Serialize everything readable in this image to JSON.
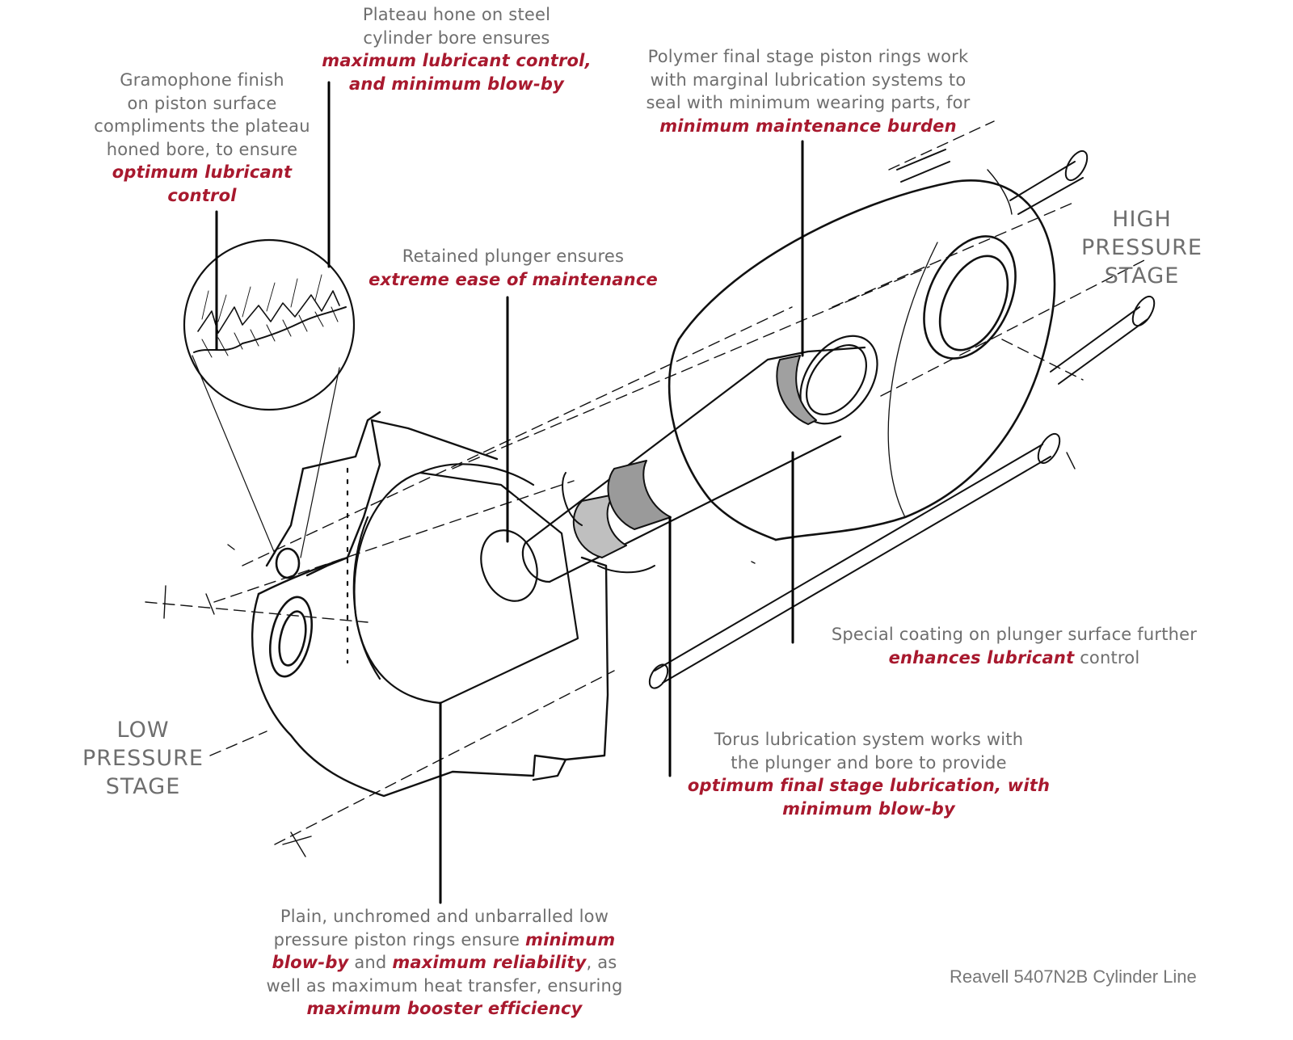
{
  "colors": {
    "text": "#6e6e6e",
    "emphasis": "#a8192e",
    "ink": "#111111"
  },
  "stages": {
    "high": [
      "HIGH",
      "PRESSURE",
      "STAGE"
    ],
    "low": [
      "LOW",
      "PRESSURE",
      "STAGE"
    ]
  },
  "caption": "Reavell 5407N2B Cylinder Line",
  "callouts": {
    "plateau": {
      "line1": "Plateau hone on steel",
      "line2": "cylinder bore ensures",
      "em1": "maximum lubricant control,",
      "em2": "and minimum blow-by"
    },
    "gramophone": {
      "line1": "Gramophone finish",
      "line2": "on piston surface",
      "line3": "compliments the plateau",
      "line4": "honed bore, to ensure",
      "em1": "optimum lubricant",
      "em2": "control"
    },
    "polymer": {
      "line1": "Polymer final stage piston rings work",
      "line2": "with marginal lubrication systems to",
      "line3": "seal with minimum wearing parts, for",
      "em1": "minimum maintenance burden"
    },
    "retained": {
      "line1": "Retained plunger ensures",
      "em1": "extreme ease of maintenance"
    },
    "coating": {
      "line1": "Special coating on plunger surface further",
      "em1": "enhances lubricant",
      "tail1": " control"
    },
    "torus": {
      "line1": "Torus lubrication system works with",
      "line2": "the plunger and bore to provide",
      "em1": "optimum final stage lubrication, with",
      "em2": "minimum blow-by"
    },
    "plain": {
      "line1": "Plain, unchromed and unbarralled low",
      "line2a": "pressure piston rings ensure ",
      "em1": "minimum",
      "em2": "blow-by",
      "mid": " and ",
      "em3": "maximum reliability",
      "tail": ", as",
      "line4": "well as maximum heat transfer, ensuring",
      "em4": "maximum booster efficiency"
    }
  }
}
